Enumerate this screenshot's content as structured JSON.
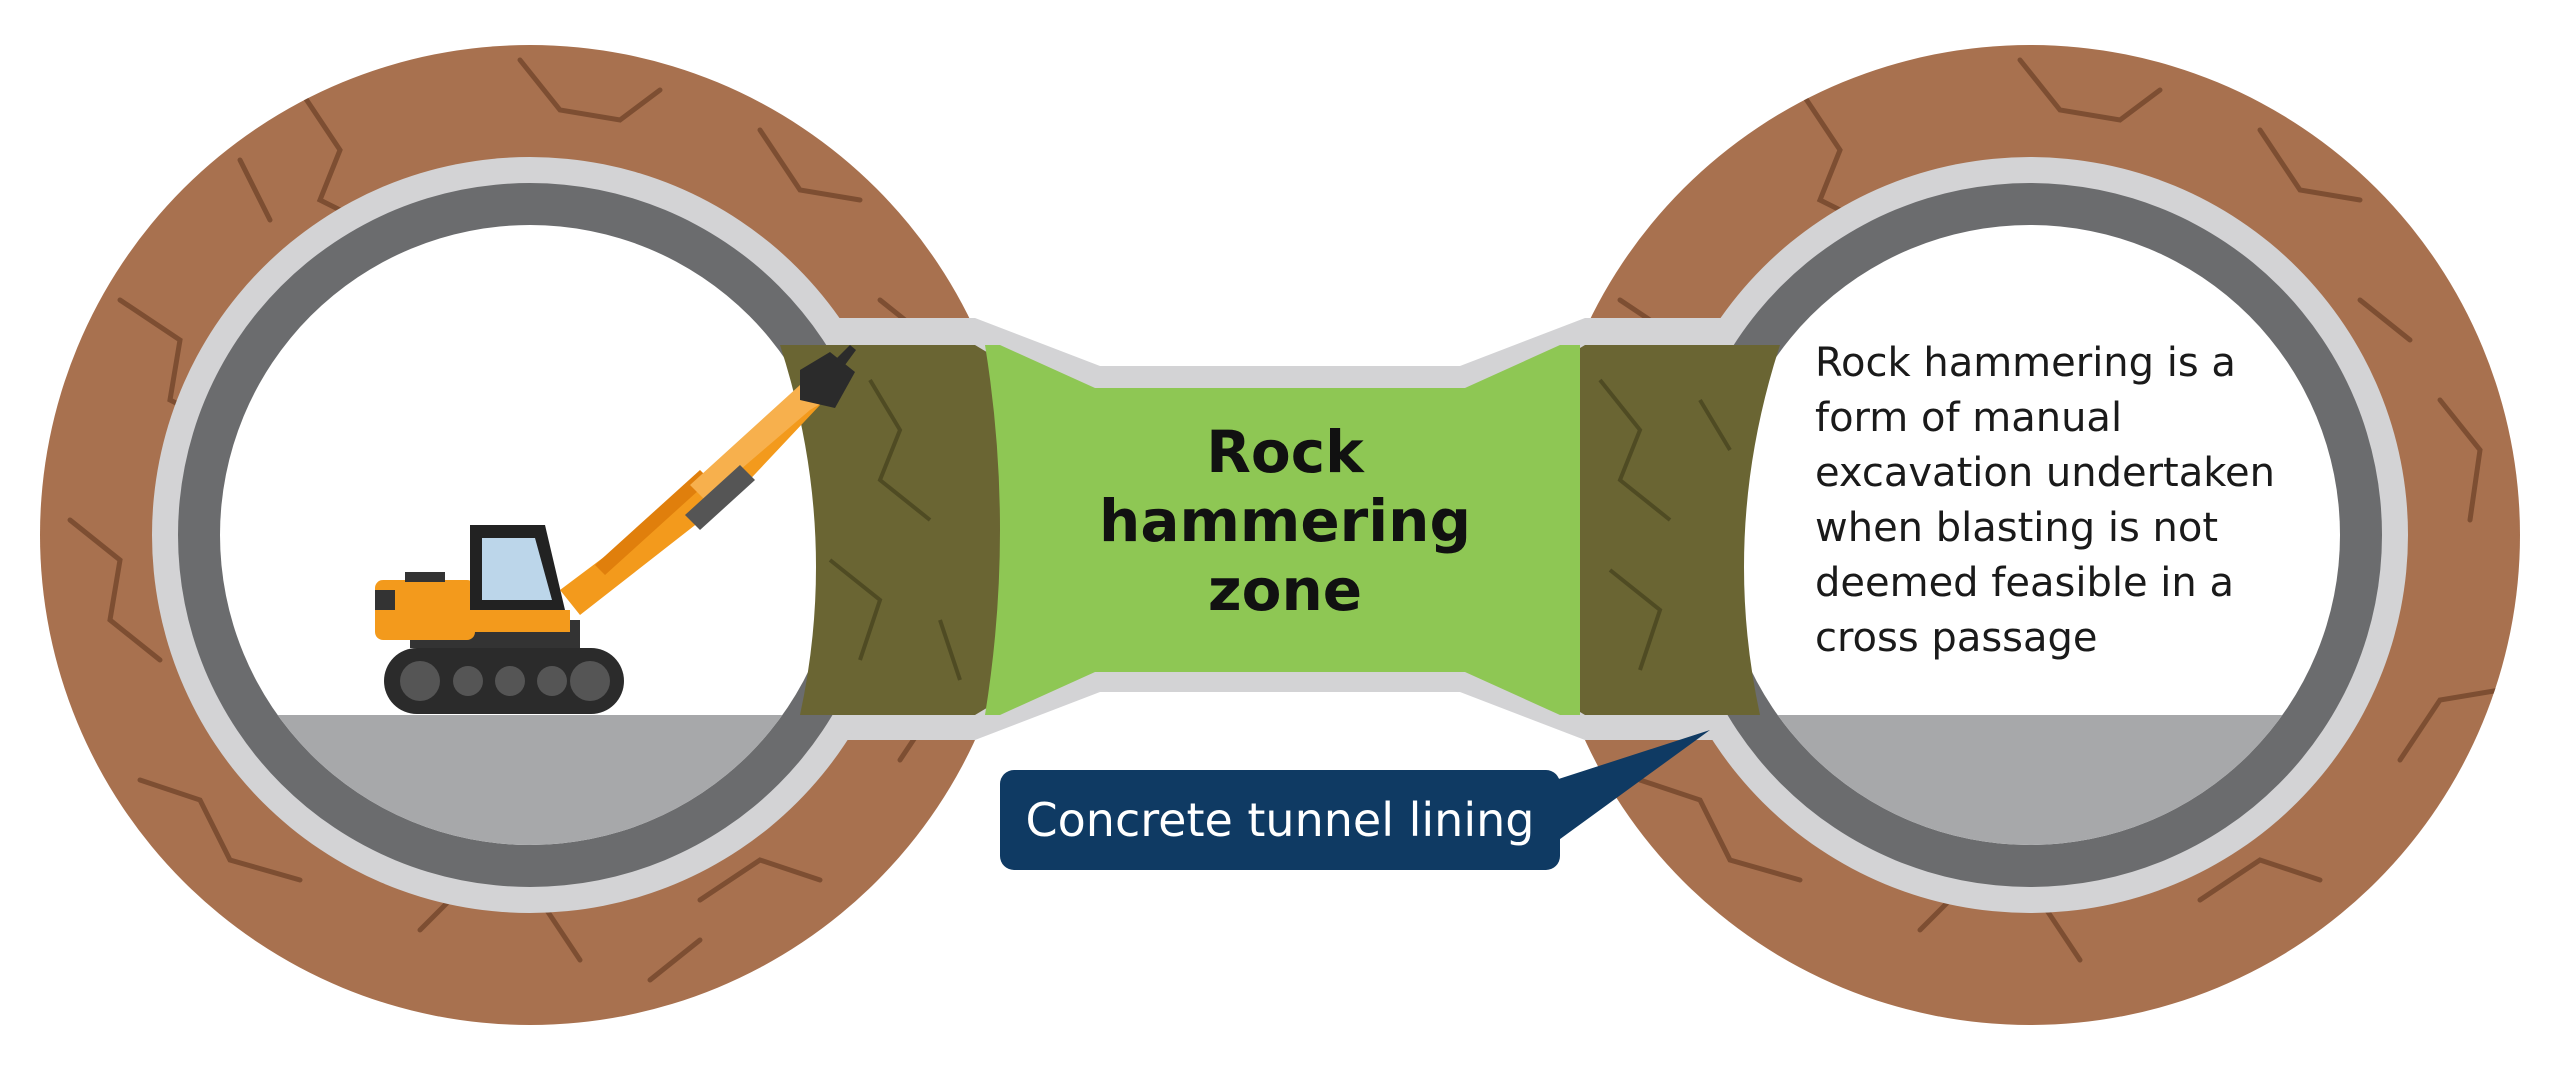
{
  "diagram": {
    "zone_title_lines": [
      "Rock",
      "hammering",
      "zone"
    ],
    "description_lines": [
      "Rock hammering is a",
      "form of manual",
      "excavation undertaken",
      "when blasting is not",
      "deemed feasible in a",
      "cross passage"
    ],
    "callout_label": "Concrete tunnel lining",
    "icons": [
      "excavator-icon",
      "rock-texture",
      "tunnel-lining"
    ],
    "colors": {
      "rock": "#a8714f",
      "rock_crack": "#7d4e32",
      "lining_outer": "#d3d3d5",
      "lining_inner": "#6b6c6e",
      "floor": "#a7a8aa",
      "zone_green": "#8ec754",
      "zone_dark": "#6a6533",
      "callout": "#0f3a63",
      "excavator": "#f39a1c"
    }
  }
}
